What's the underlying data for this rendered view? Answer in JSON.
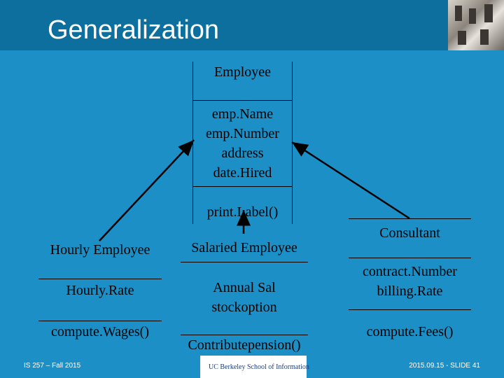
{
  "title": "Generalization",
  "footer": {
    "left": "IS 257 – Fall 2015",
    "right": "2015.09.15 - SLIDE 41",
    "logo_text": "UC Berkeley School of Information"
  },
  "classes": {
    "employee": {
      "name": "Employee",
      "attributes": [
        "emp.Name",
        "emp.Number",
        "address",
        "date.Hired"
      ],
      "operations": [
        "print.Label()"
      ]
    },
    "hourly": {
      "name": "Hourly Employee",
      "attributes": [
        "Hourly.Rate"
      ],
      "operations": [
        "compute.Wages()"
      ]
    },
    "salaried": {
      "name": "Salaried Employee",
      "attributes": [
        "Annual Sal",
        "stockoption"
      ],
      "operations": [
        "Contributepension()"
      ]
    },
    "consultant": {
      "name": "Consultant",
      "attributes": [
        "contract.Number",
        "billing.Rate"
      ],
      "operations": [
        "compute.Fees()"
      ]
    }
  },
  "colors": {
    "background": "#1b8fc6",
    "title_bar": "#0c6f9e",
    "text": "#000000",
    "title_text": "#ffffff"
  }
}
